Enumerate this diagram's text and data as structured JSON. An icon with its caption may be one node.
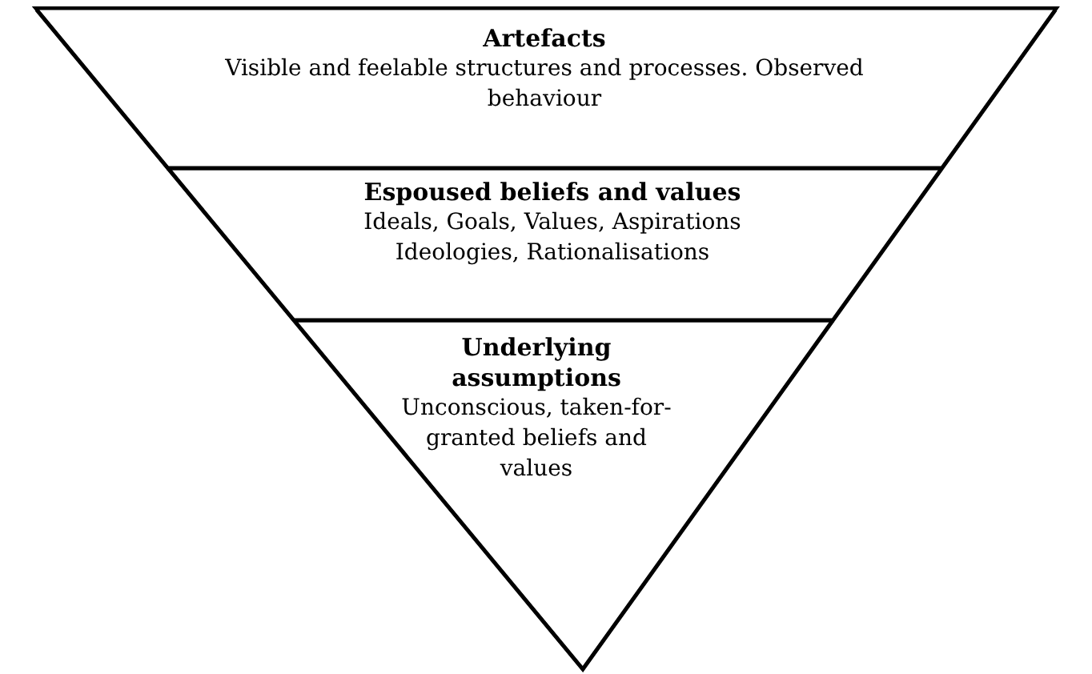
{
  "diagram": {
    "nodes": [
      {
        "text": [],
        "shape": "triangle"
      },
      {
        "text": [
          "Artefacts",
          "Visible and feelable structures and processes. Observed behaviour"
        ],
        "in": 0
      },
      {
        "text": [
          "Espoused beliefs and values",
          "Ideals, Goals, Values, Aspirations",
          "Ideologies, Rationalisations"
        ],
        "in": 0
      },
      {
        "text": [
          "Underlying assumptions",
          "Unconscious, taken-for-granted beliefs and values"
        ],
        "in": 0
      }
    ]
  }
}
